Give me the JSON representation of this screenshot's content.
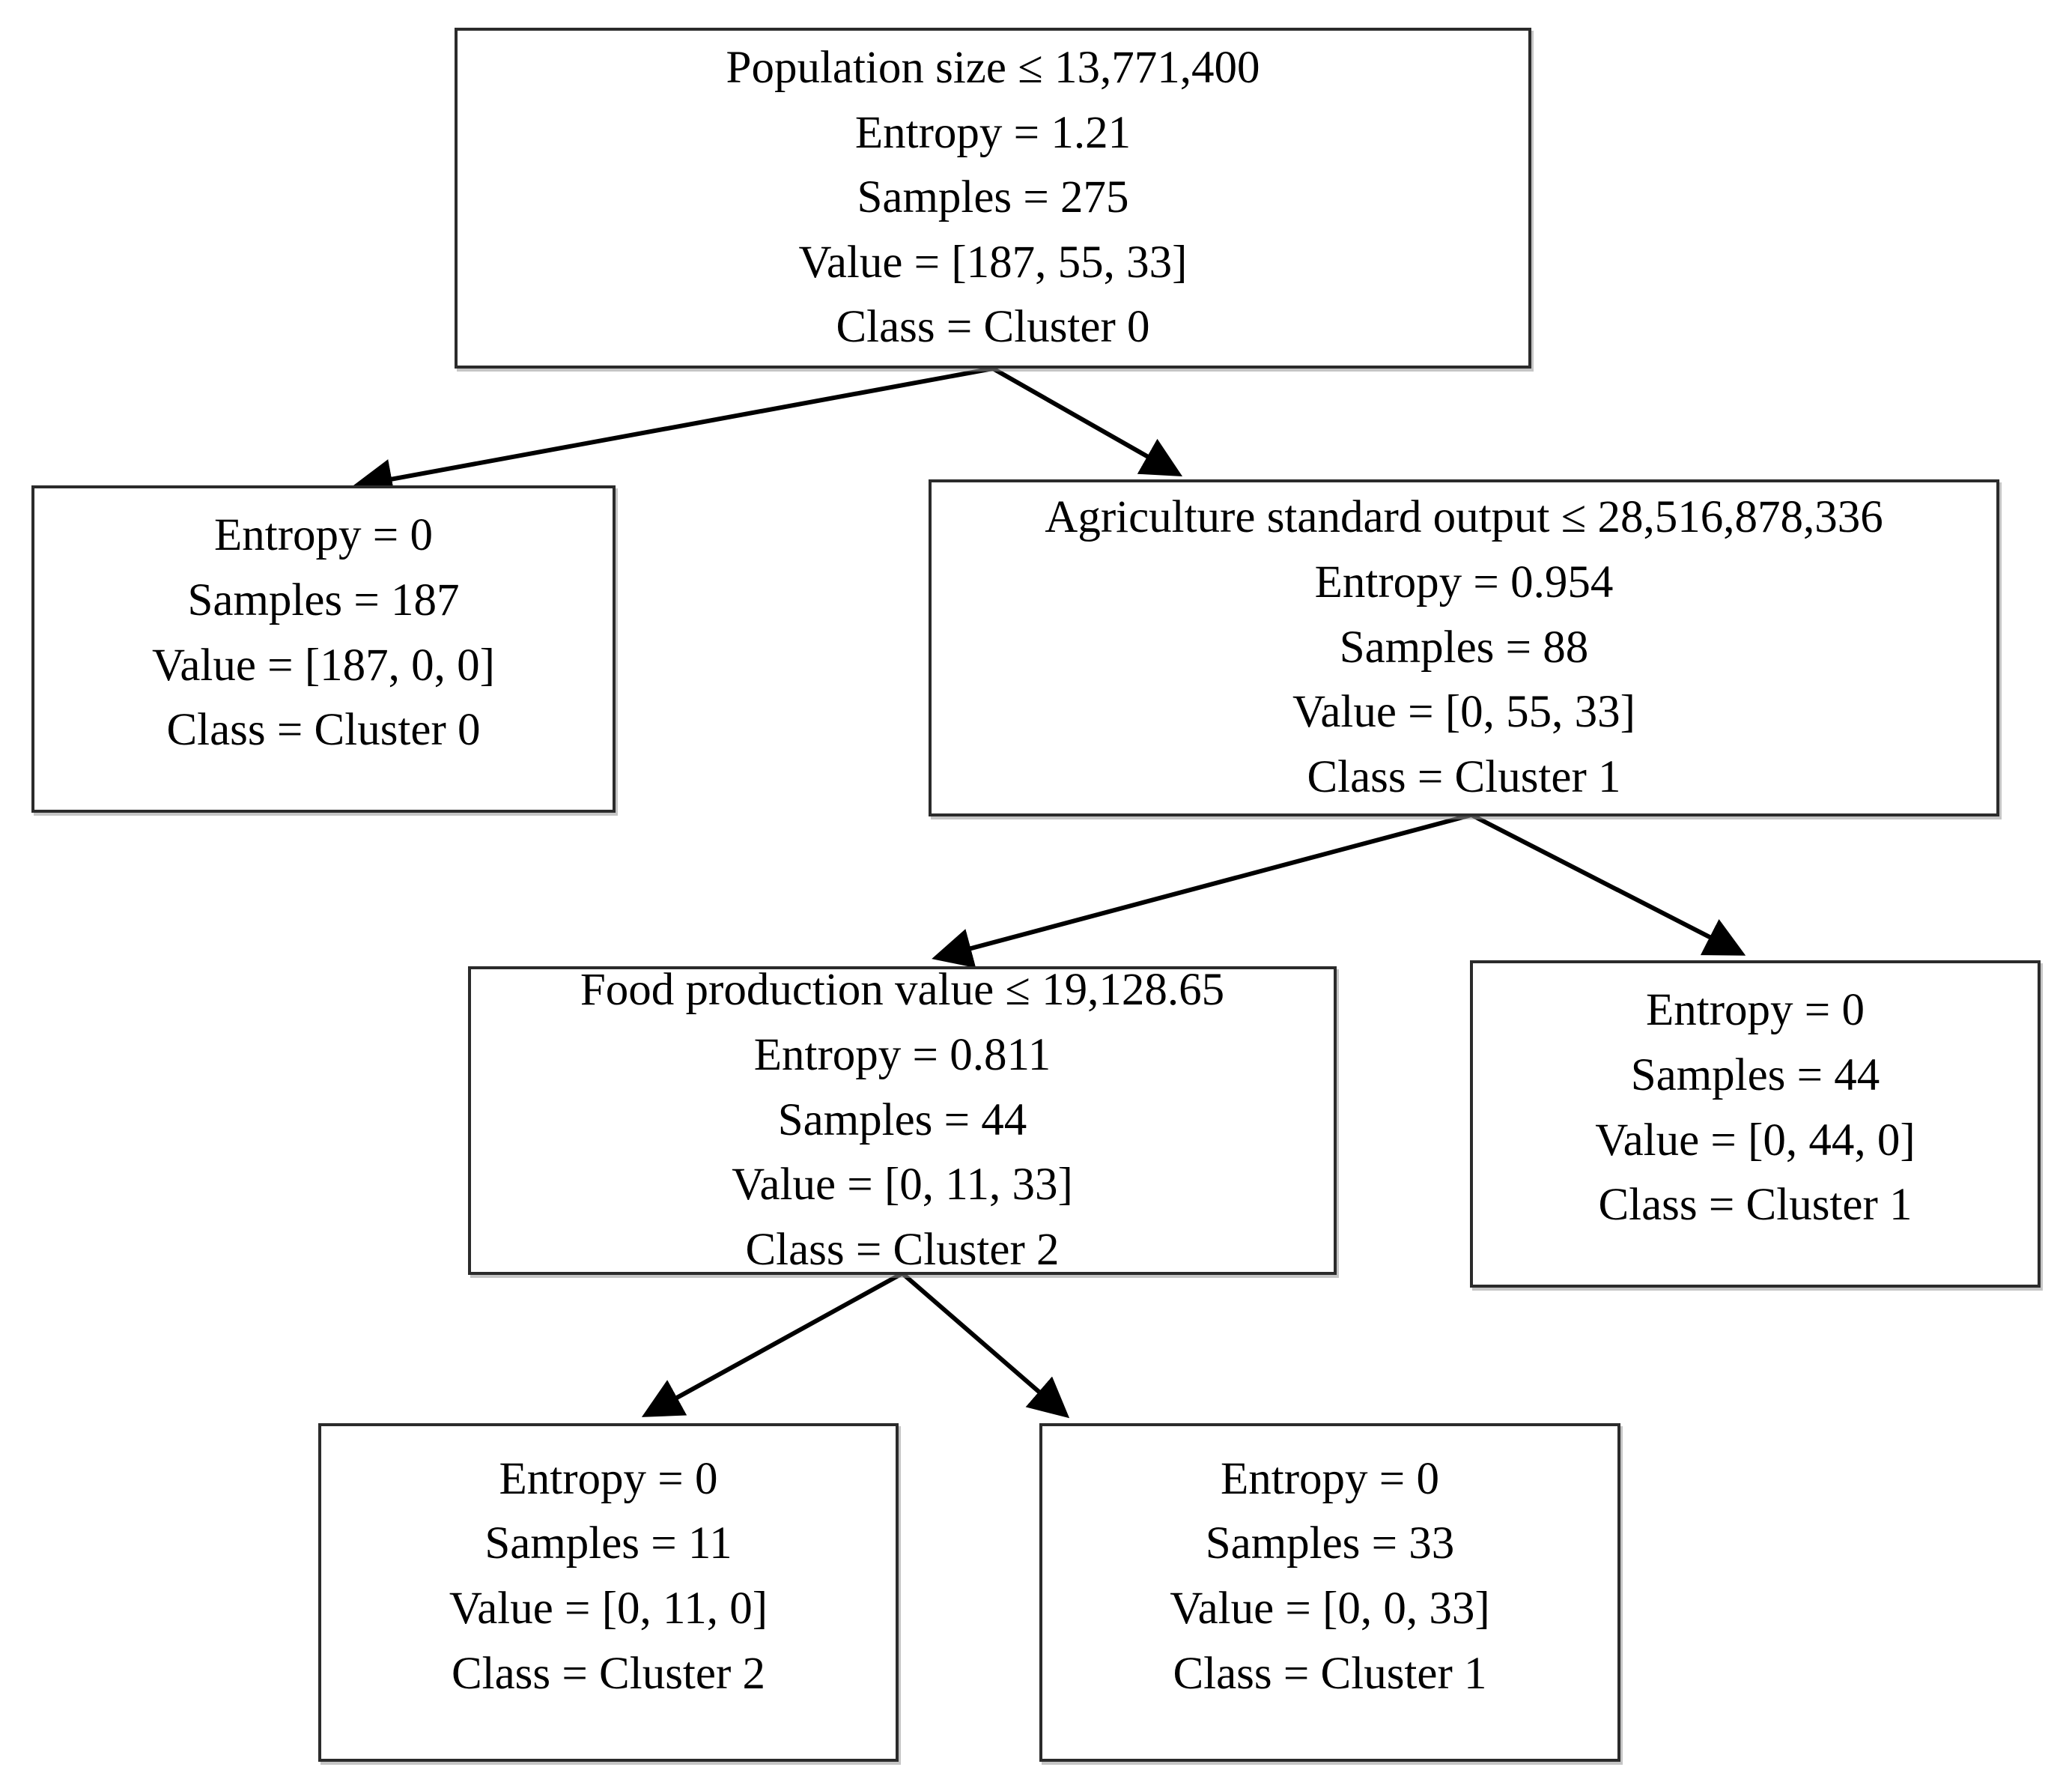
{
  "diagram": {
    "type": "decision-tree",
    "colors": {
      "background": "#ffffff",
      "node_fill": "#ffffff",
      "node_border": "#2b2b2b",
      "arrow": "#000000",
      "text": "#000000"
    }
  },
  "nodes": {
    "root": {
      "condition": "Population size ≤ 13,771,400",
      "entropy": "Entropy = 1.21",
      "samples": "Samples = 275",
      "value": "Value = [187, 55, 33]",
      "class": "Class = Cluster 0"
    },
    "left_leaf": {
      "entropy": "Entropy = 0",
      "samples": "Samples = 187",
      "value": "Value = [187, 0, 0]",
      "class": "Class = Cluster 0"
    },
    "agriculture": {
      "condition": "Agriculture standard output ≤ 28,516,878,336",
      "entropy": "Entropy = 0.954",
      "samples": "Samples = 88",
      "value": "Value = [0, 55, 33]",
      "class": "Class = Cluster 1"
    },
    "food": {
      "condition": "Food production value ≤ 19,128.65",
      "entropy": "Entropy = 0.811",
      "samples": "Samples = 44",
      "value": "Value = [0, 11, 33]",
      "class": "Class = Cluster 2"
    },
    "agri_right_leaf": {
      "entropy": "Entropy = 0",
      "samples": "Samples = 44",
      "value": "Value = [0, 44, 0]",
      "class": "Class = Cluster 1"
    },
    "food_left_leaf": {
      "entropy": "Entropy = 0",
      "samples": "Samples = 11",
      "value": "Value = [0, 11, 0]",
      "class": "Class = Cluster 2"
    },
    "food_right_leaf": {
      "entropy": "Entropy = 0",
      "samples": "Samples = 33",
      "value": "Value = [0, 0, 33]",
      "class": "Class = Cluster 1"
    }
  }
}
